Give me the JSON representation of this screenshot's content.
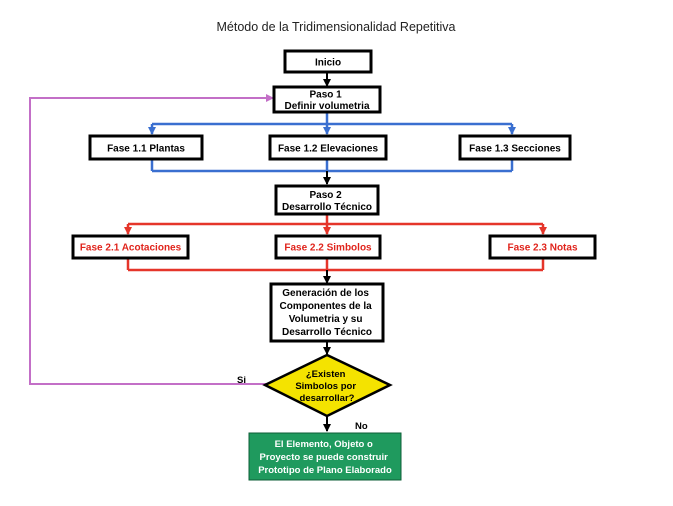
{
  "title": "Método de la Tridimensionalidad Repetitiva",
  "nodes": {
    "inicio": {
      "lines": [
        "Inicio"
      ]
    },
    "paso1": {
      "lines": [
        "Paso 1",
        "Definir volumetria"
      ]
    },
    "fase11": {
      "lines": [
        "Fase 1.1 Plantas"
      ]
    },
    "fase12": {
      "lines": [
        "Fase 1.2 Elevaciones"
      ]
    },
    "fase13": {
      "lines": [
        "Fase 1.3 Secciones"
      ]
    },
    "paso2": {
      "lines": [
        "Paso 2",
        "Desarrollo Técnico"
      ]
    },
    "fase21": {
      "lines": [
        "Fase 2.1 Acotaciones"
      ]
    },
    "fase22": {
      "lines": [
        "Fase 2.2 Simbolos"
      ]
    },
    "fase23": {
      "lines": [
        "Fase 2.3 Notas"
      ]
    },
    "generacion": {
      "lines": [
        "Generación de los",
        "Componentes de la",
        "Volumetria y su",
        "Desarrollo Técnico"
      ]
    },
    "decision": {
      "lines": [
        "¿Existen",
        "Simbolos por",
        "desarrollar?"
      ]
    },
    "final": {
      "lines": [
        "El Elemento, Objeto o",
        "Proyecto se puede construir",
        "Prototipo de Plano Elaborado"
      ]
    }
  },
  "labels": {
    "si": "Si",
    "no": "No"
  },
  "colors": {
    "blue": "#3a6fd0",
    "red": "#e5352a",
    "purple": "#c36fc7",
    "black": "#000000",
    "decision_fill": "#f4e300",
    "final_fill": "#1f9a5e",
    "red_text": "#e0241c"
  }
}
